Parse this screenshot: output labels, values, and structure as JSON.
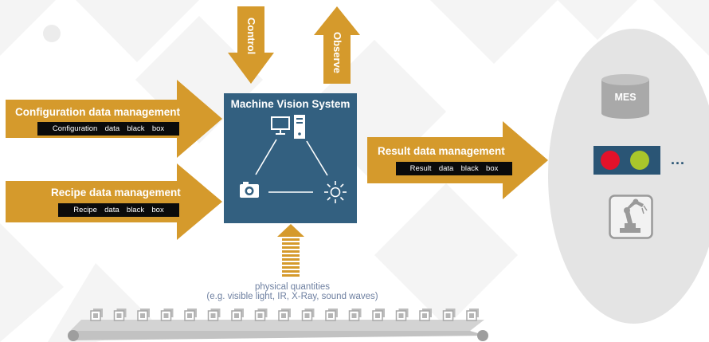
{
  "colors": {
    "arrow": "#d59a2c",
    "mvs_box": "#336080",
    "belt": "#cfcfcf",
    "ellipse": "#e4e4e4",
    "signal_red": "#e3122a",
    "signal_green": "#a9c62b",
    "signal_panel": "#2a5575"
  },
  "inputs": {
    "configuration": {
      "title": "Configuration data management",
      "box": "Configuration  data  black  box"
    },
    "recipe": {
      "title": "Recipe data management",
      "box": "Recipe  data  black  box"
    }
  },
  "top_arrows": {
    "control": "Control",
    "observe": "Observe"
  },
  "mvs": {
    "title": "Machine Vision System",
    "icons": [
      "monitor-icon",
      "computer-tower-icon",
      "camera-icon",
      "light-source-icon"
    ]
  },
  "output": {
    "title": "Result data management",
    "box": "Result  data  black  box"
  },
  "physical": {
    "line1": "physical quantities",
    "line2": "(e.g. visible light, IR, X-Ray, sound waves)"
  },
  "mes": {
    "label": "MES",
    "more": "...",
    "icons": [
      "database-icon",
      "signal-lights-icon",
      "robot-arm-icon"
    ]
  },
  "conveyor": {
    "item_count": 17
  }
}
